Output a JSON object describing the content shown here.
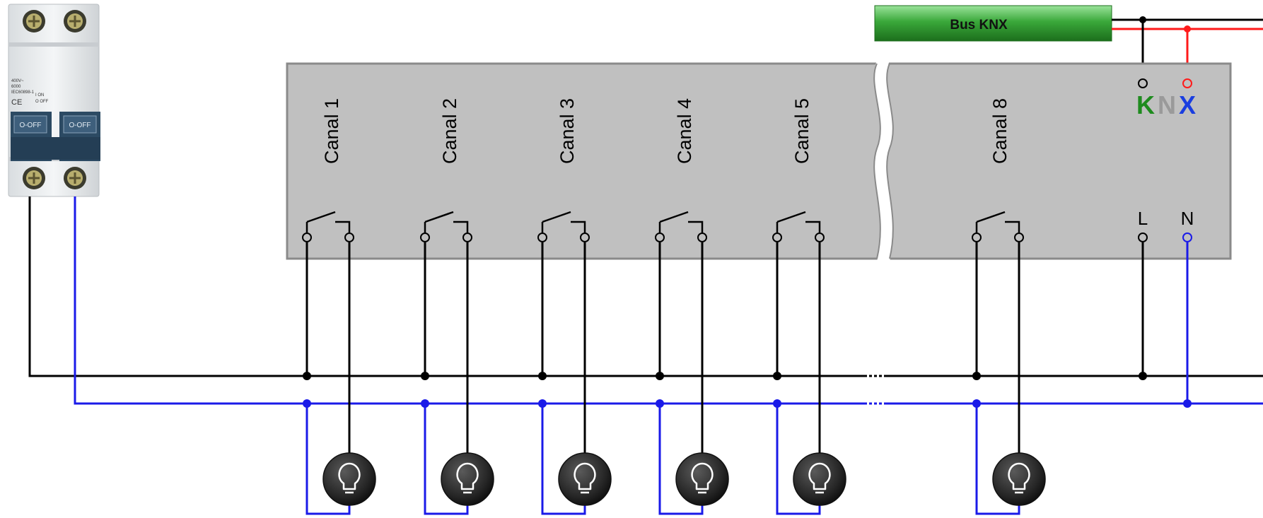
{
  "bus": {
    "label": "Bus KNX"
  },
  "logo": {
    "k": "K",
    "n": "N",
    "x": "X",
    "colors": {
      "k": "#1e8b1e",
      "n": "#9a9a9a",
      "x": "#1a3ee0"
    }
  },
  "colors": {
    "phase": "#000000",
    "neutral": "#1a1ae8",
    "bus_red": "#ff1a1a",
    "module_fill": "#c0c0c0",
    "module_border": "#8a8a8a",
    "bus_green": "#2d9a2d"
  },
  "terminals": {
    "phase": "L",
    "neutral": "N"
  },
  "channels": [
    {
      "label": "Canal 1"
    },
    {
      "label": "Canal 2"
    },
    {
      "label": "Canal 3"
    },
    {
      "label": "Canal 4"
    },
    {
      "label": "Canal 5"
    },
    {
      "label": "Canal 8"
    }
  ],
  "breaker": {
    "spec_lines": [
      "400V~",
      "6000",
      "IEC60898-1"
    ],
    "ce": "CE",
    "status_on": "I ON",
    "status_off": "O OFF",
    "pole_left": "O-OFF",
    "pole_right": "O-OFF"
  }
}
